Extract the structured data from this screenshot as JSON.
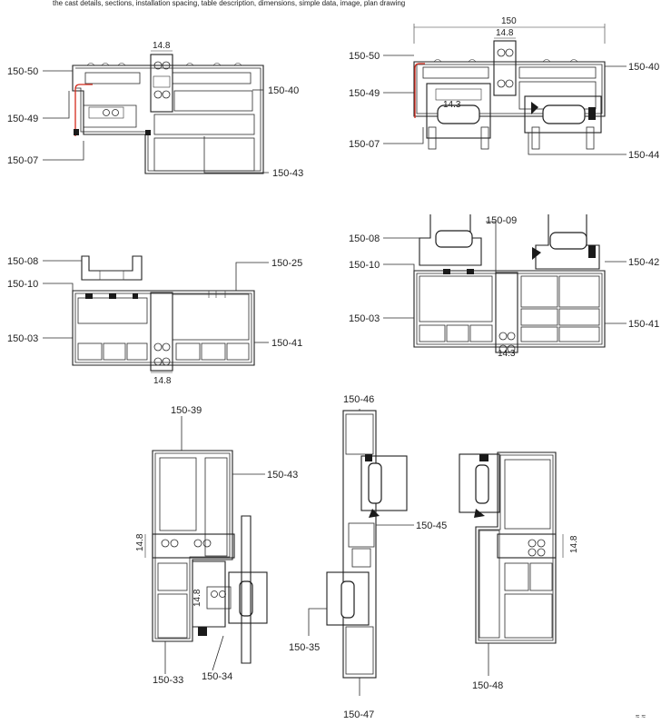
{
  "faint_header": "the cast details, sections, installation spacing, table description, dimensions, simple data, image, plan drawing",
  "corner_mark": "≈ ≈",
  "labels": {
    "l1": "150-50",
    "l2": "150-49",
    "l3": "150-07",
    "l4": "150-40",
    "l5": "150-43",
    "l6": "150-50",
    "l7": "150-49",
    "l8": "150-07",
    "l9": "150-40",
    "l10": "150-44",
    "l11": "150-08",
    "l12": "150-10",
    "l13": "150-03",
    "l14": "150-25",
    "l15": "150-41",
    "l16": "150-08",
    "l17": "150-09",
    "l18": "150-10",
    "l19": "150-03",
    "l20": "150-42",
    "l21": "150-41",
    "l22": "150-39",
    "l23": "150-43",
    "l24": "150-33",
    "l25": "150-34",
    "l26": "150-46",
    "l27": "150-45",
    "l28": "150-35",
    "l29": "150-47",
    "l30": "150-48"
  },
  "dims": {
    "d1": "14.8",
    "d2": "150",
    "d3": "14.8",
    "d4": "14.3",
    "d5": "14.8",
    "d6": "14.3",
    "d7": "14.8",
    "d8": "14.8",
    "d9": "14.8"
  }
}
